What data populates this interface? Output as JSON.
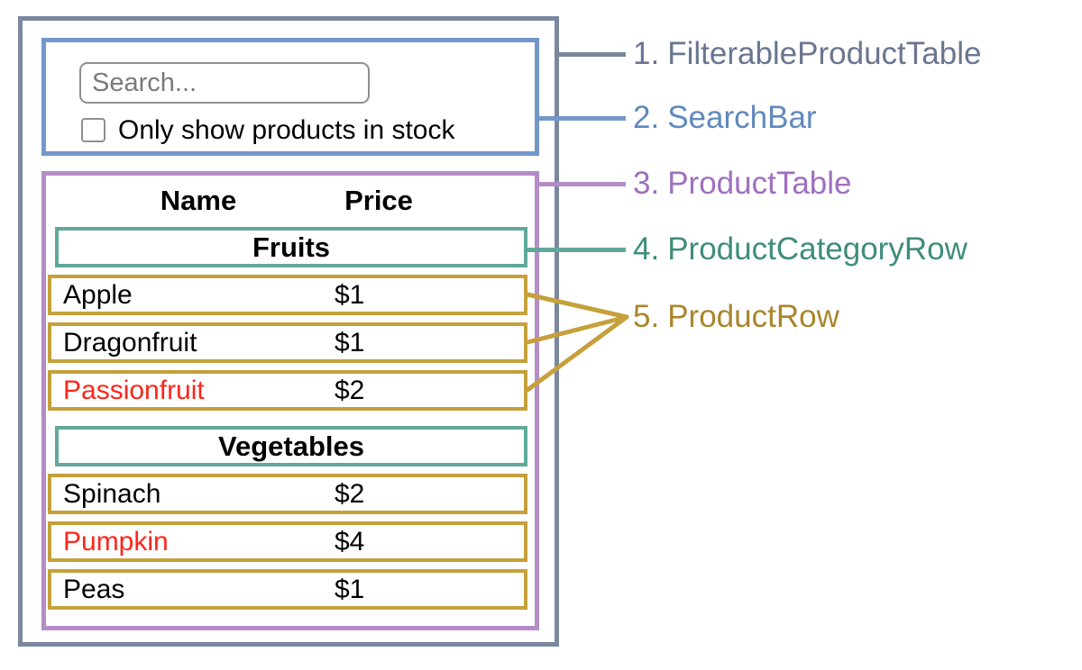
{
  "app": {
    "search_bar": {
      "input_placeholder": "Search...",
      "input_value": "",
      "checkbox_checked": false,
      "checkbox_label": "Only show products in stock"
    },
    "table": {
      "columns": [
        "Name",
        "Price"
      ],
      "sections": [
        {
          "category": "Fruits",
          "rows": [
            {
              "name": "Apple",
              "price": "$1",
              "out_of_stock": false
            },
            {
              "name": "Dragonfruit",
              "price": "$1",
              "out_of_stock": false
            },
            {
              "name": "Passionfruit",
              "price": "$2",
              "out_of_stock": true
            }
          ]
        },
        {
          "category": "Vegetables",
          "rows": [
            {
              "name": "Spinach",
              "price": "$2",
              "out_of_stock": false
            },
            {
              "name": "Pumpkin",
              "price": "$4",
              "out_of_stock": true
            },
            {
              "name": "Peas",
              "price": "$1",
              "out_of_stock": false
            }
          ]
        }
      ]
    }
  },
  "legend": {
    "items": [
      {
        "number": "1.",
        "name": "FilterableProductTable",
        "color": "#6a7590"
      },
      {
        "number": "2.",
        "name": "SearchBar",
        "color": "#6089bd"
      },
      {
        "number": "3.",
        "name": "ProductTable",
        "color": "#9e6fbd"
      },
      {
        "number": "4.",
        "name": "ProductCategoryRow",
        "color": "#3f8d7c"
      },
      {
        "number": "5.",
        "name": "ProductRow",
        "color": "#a9852c"
      }
    ]
  },
  "colors": {
    "filterable_product_table_border": "#7b87a0",
    "search_bar_border": "#7397c9",
    "product_table_border": "#b48cc6",
    "product_category_row_border": "#60a99a",
    "product_row_border": "#c5a03b",
    "out_of_stock_text": "#ff2419"
  }
}
